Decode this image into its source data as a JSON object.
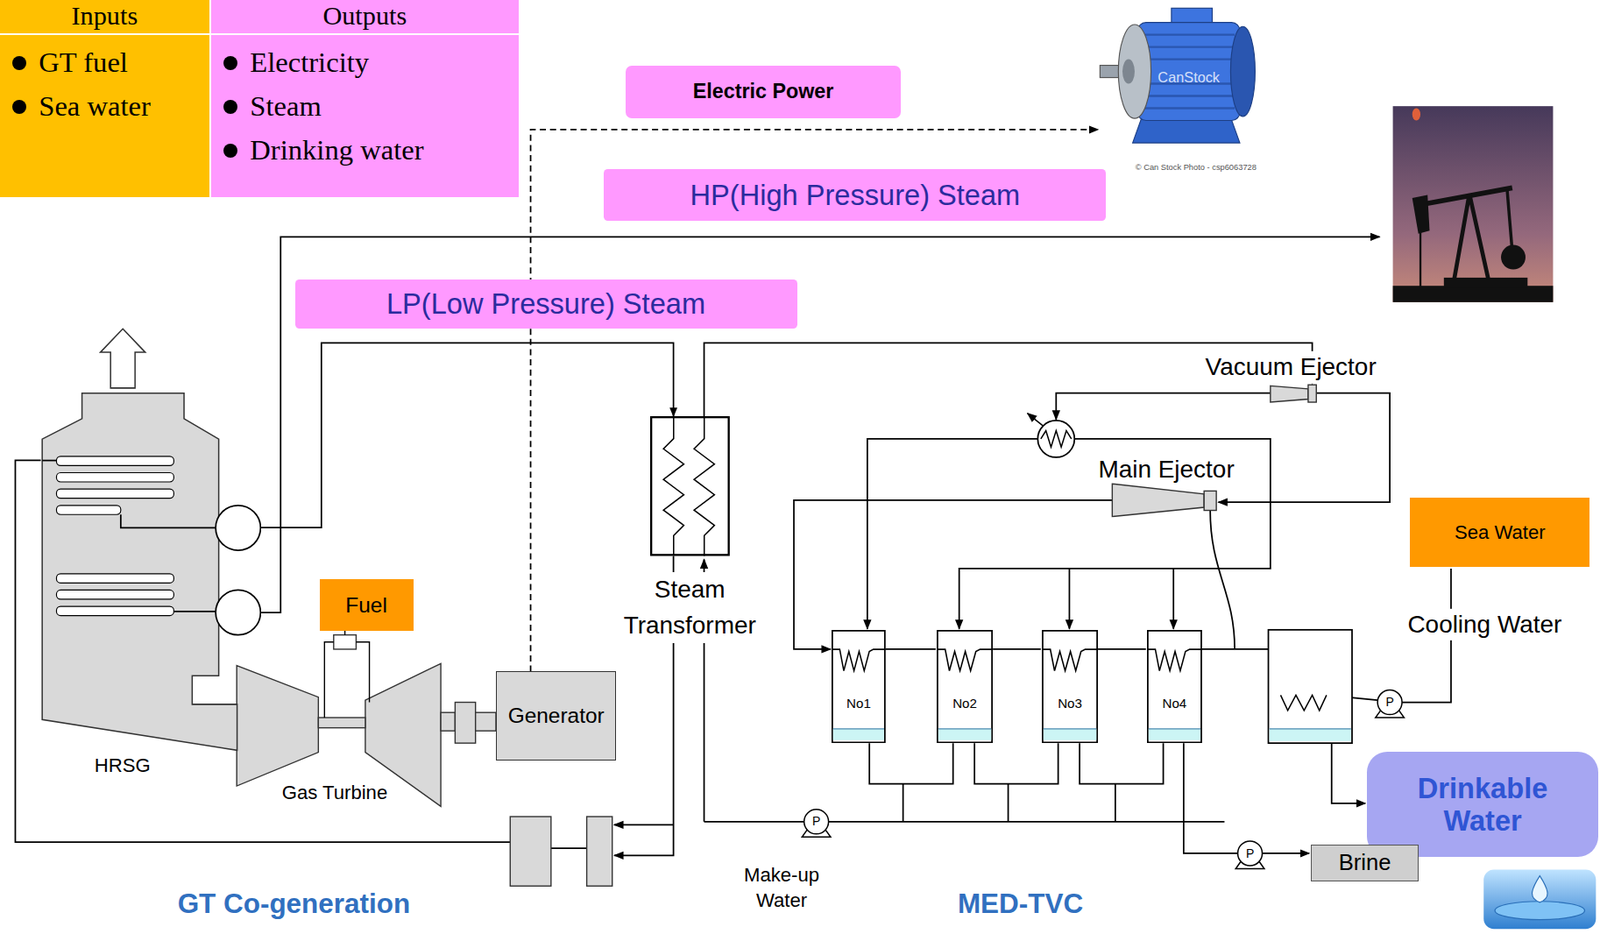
{
  "diagram": {
    "nodes": [
      {
        "text": [
          "Inputs",
          "GT fuel",
          "Sea water"
        ]
      },
      {
        "text": [
          "Outputs",
          "Electricity",
          "Steam",
          "Drinking water"
        ]
      },
      {
        "text": [
          "Electric Power"
        ]
      },
      {
        "text": [
          "HP(High Pressure) Steam"
        ]
      },
      {
        "text": [
          "LP(Low Pressure) Steam"
        ]
      },
      {
        "text": [
          "Steam Transformer"
        ]
      },
      {
        "text": [
          "Sea Water"
        ]
      },
      {
        "text": [
          "Fuel"
        ]
      },
      {
        "text": [
          "HRSG"
        ]
      },
      {
        "text": [
          "No1"
        ]
      },
      {
        "text": [
          "No2"
        ]
      },
      {
        "text": [
          "No3"
        ]
      },
      {
        "text": [
          "No4"
        ]
      },
      {
        "text": [
          "Generator"
        ]
      },
      {
        "text": [
          "Drinkable Water"
        ]
      },
      {
        "text": [
          "Brine"
        ]
      }
    ],
    "edges": [
      {
        "from": 8,
        "to": 5,
        "arrow": "to"
      }
    ],
    "labels": [
      "Vacuum Ejector",
      "Main Ejector",
      "Cooling Water",
      "P",
      "P",
      "P",
      "Make-up Water",
      "GT Co-generation",
      "MED-TVC",
      "Gas Turbine",
      "CanStock",
      "© Can Stock Photo - csp6063728"
    ]
  }
}
